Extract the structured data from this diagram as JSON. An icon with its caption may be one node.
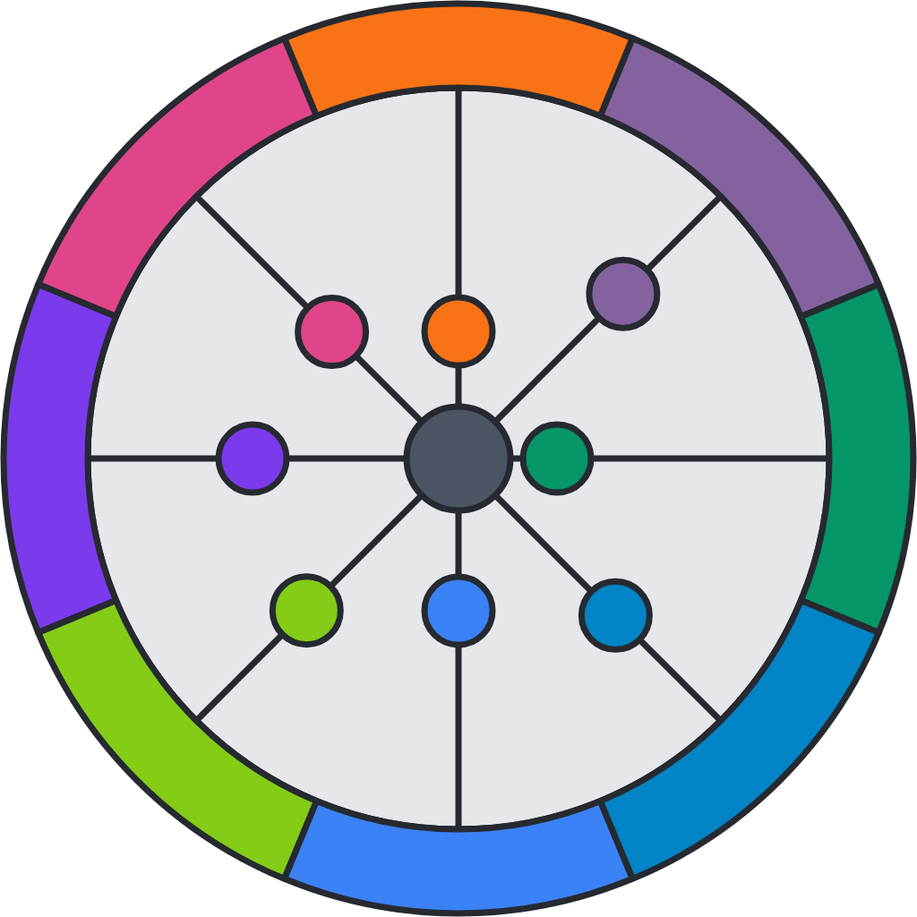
{
  "diagram": {
    "nodes": [
      {
        "text": [],
        "shape": "arc"
      },
      {
        "text": [],
        "shape": "arc"
      },
      {
        "text": [],
        "shape": "arc"
      },
      {
        "text": [],
        "shape": "arc"
      },
      {
        "text": [],
        "shape": "arc"
      },
      {
        "text": [],
        "shape": "arc"
      },
      {
        "text": [],
        "shape": "arc"
      },
      {
        "text": [],
        "shape": "arc"
      },
      {
        "text": [],
        "shape": "circle"
      },
      {
        "text": [],
        "shape": "circle",
        "in": 8
      },
      {
        "text": [],
        "shape": "circle",
        "in": 8
      },
      {
        "text": [],
        "shape": "circle",
        "in": 8
      },
      {
        "text": [],
        "shape": "circle",
        "in": 8
      },
      {
        "text": [],
        "shape": "circle",
        "in": 8
      },
      {
        "text": [],
        "shape": "circle",
        "in": 8
      },
      {
        "text": [],
        "shape": "circle",
        "in": 8
      },
      {
        "text": [],
        "shape": "circle",
        "in": 8
      },
      {
        "text": [],
        "shape": "circle",
        "in": 8
      }
    ],
    "edges": [
      {
        "from": 13,
        "to": 9,
        "arrow": "none"
      },
      {
        "from": 13,
        "to": 10,
        "arrow": "none"
      },
      {
        "from": 13,
        "to": 11,
        "arrow": "none"
      },
      {
        "from": 13,
        "to": 12,
        "arrow": "none"
      },
      {
        "from": 13,
        "to": 14,
        "arrow": "none"
      },
      {
        "from": 13,
        "to": 15,
        "arrow": "none"
      },
      {
        "from": 13,
        "to": 16,
        "arrow": "none"
      },
      {
        "from": 13,
        "to": 17,
        "arrow": "none"
      },
      {
        "from": 9,
        "to": 0,
        "arrow": "none"
      },
      {
        "from": 10,
        "to": 1,
        "arrow": "none"
      },
      {
        "from": 11,
        "to": 2,
        "arrow": "none"
      },
      {
        "from": 12,
        "to": 3,
        "arrow": "none"
      },
      {
        "from": 14,
        "to": 4,
        "arrow": "none"
      },
      {
        "from": 15,
        "to": 5,
        "arrow": "none"
      },
      {
        "from": 16,
        "to": 6,
        "arrow": "none"
      },
      {
        "from": 17,
        "to": 7,
        "arrow": "none"
      }
    ]
  }
}
